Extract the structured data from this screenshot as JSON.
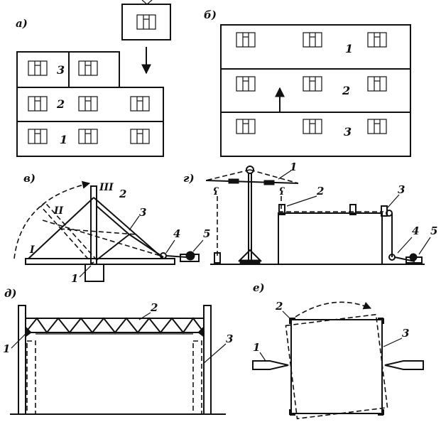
{
  "panels": {
    "a": {
      "label": "а)",
      "floors": [
        "3",
        "2",
        "1"
      ]
    },
    "b": {
      "label": "б)",
      "floors": [
        "1",
        "2",
        "3"
      ]
    },
    "v": {
      "label": "в)",
      "positions": [
        "I",
        "II",
        "III"
      ],
      "callouts": [
        "1",
        "2",
        "3",
        "4",
        "5"
      ]
    },
    "g": {
      "label": "г)",
      "callouts": [
        "1",
        "2",
        "3",
        "4",
        "5"
      ]
    },
    "d": {
      "label": "д)",
      "callouts": [
        "1",
        "2",
        "3"
      ]
    },
    "e": {
      "label": "е)",
      "callouts": [
        "1",
        "2",
        "3"
      ]
    }
  }
}
